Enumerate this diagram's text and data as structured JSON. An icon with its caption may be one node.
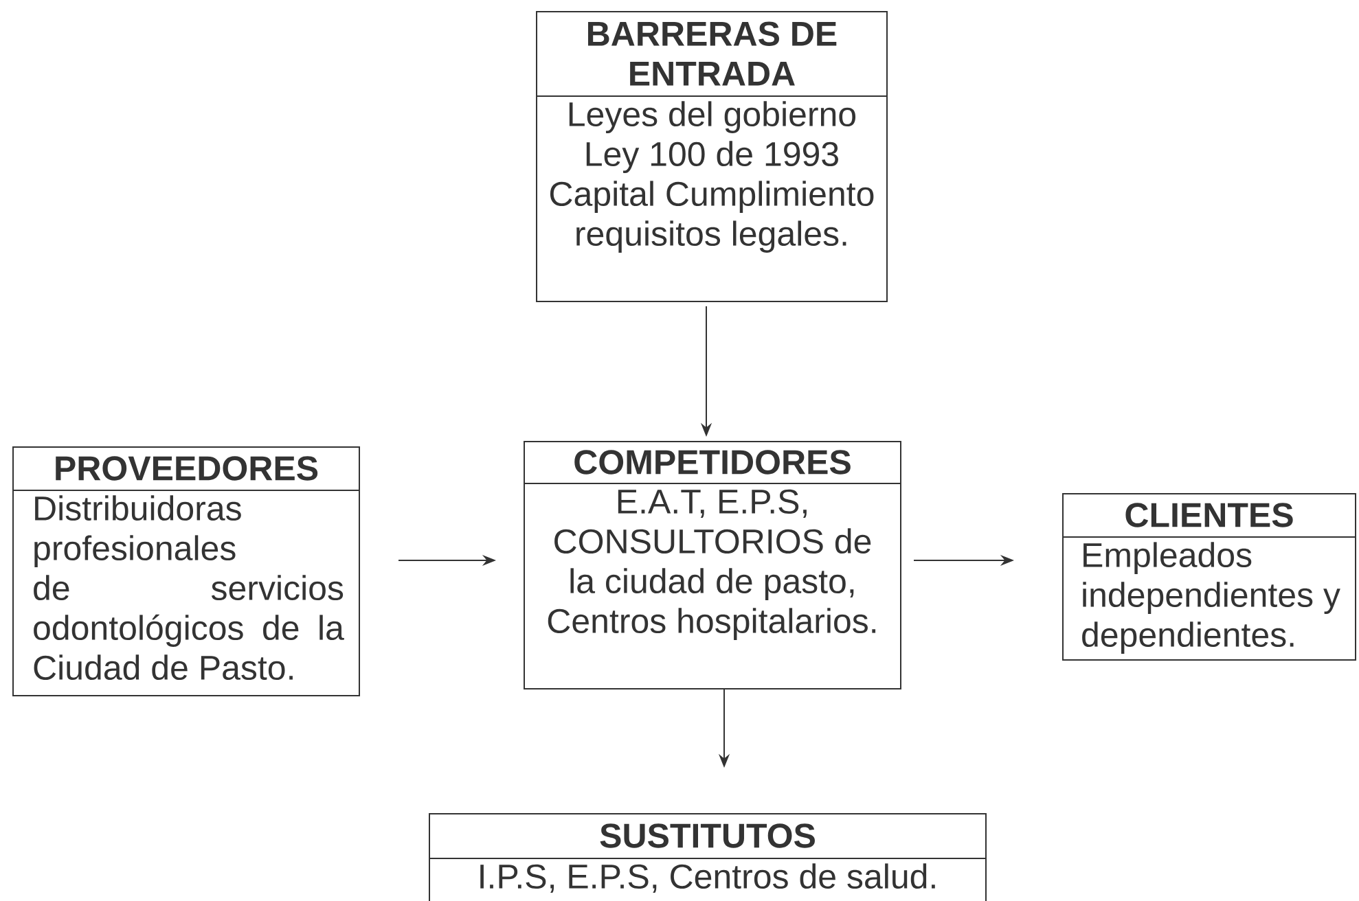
{
  "diagram": {
    "nodes": [
      {
        "text": [
          "BARRERAS DE ENTRADA",
          "Leyes del gobierno Ley 100 de 1993 Capital Cumplimiento requisitos legales."
        ]
      },
      {
        "text": [
          "PROVEEDORES",
          "Distribuidoras profesionales de servicios odontológicos de la Ciudad de Pasto."
        ]
      },
      {
        "text": [
          "COMPETIDORES",
          "E.A.T, E.P.S, CONSULTORIOS de la ciudad de pasto, Centros hospitalarios."
        ]
      },
      {
        "text": [
          "CLIENTES",
          "Empleados independientes y dependientes."
        ]
      },
      {
        "text": [
          "SUSTITUTOS",
          "I.P.S, E.P.S, Centros de salud."
        ]
      }
    ],
    "edges": [
      {
        "from": 0,
        "to": 2,
        "arrow": "to"
      },
      {
        "from": 1,
        "to": 2,
        "arrow": "to"
      },
      {
        "from": 2,
        "to": 3,
        "arrow": "to"
      },
      {
        "from": 2,
        "to": 4,
        "arrow": "to"
      }
    ]
  }
}
